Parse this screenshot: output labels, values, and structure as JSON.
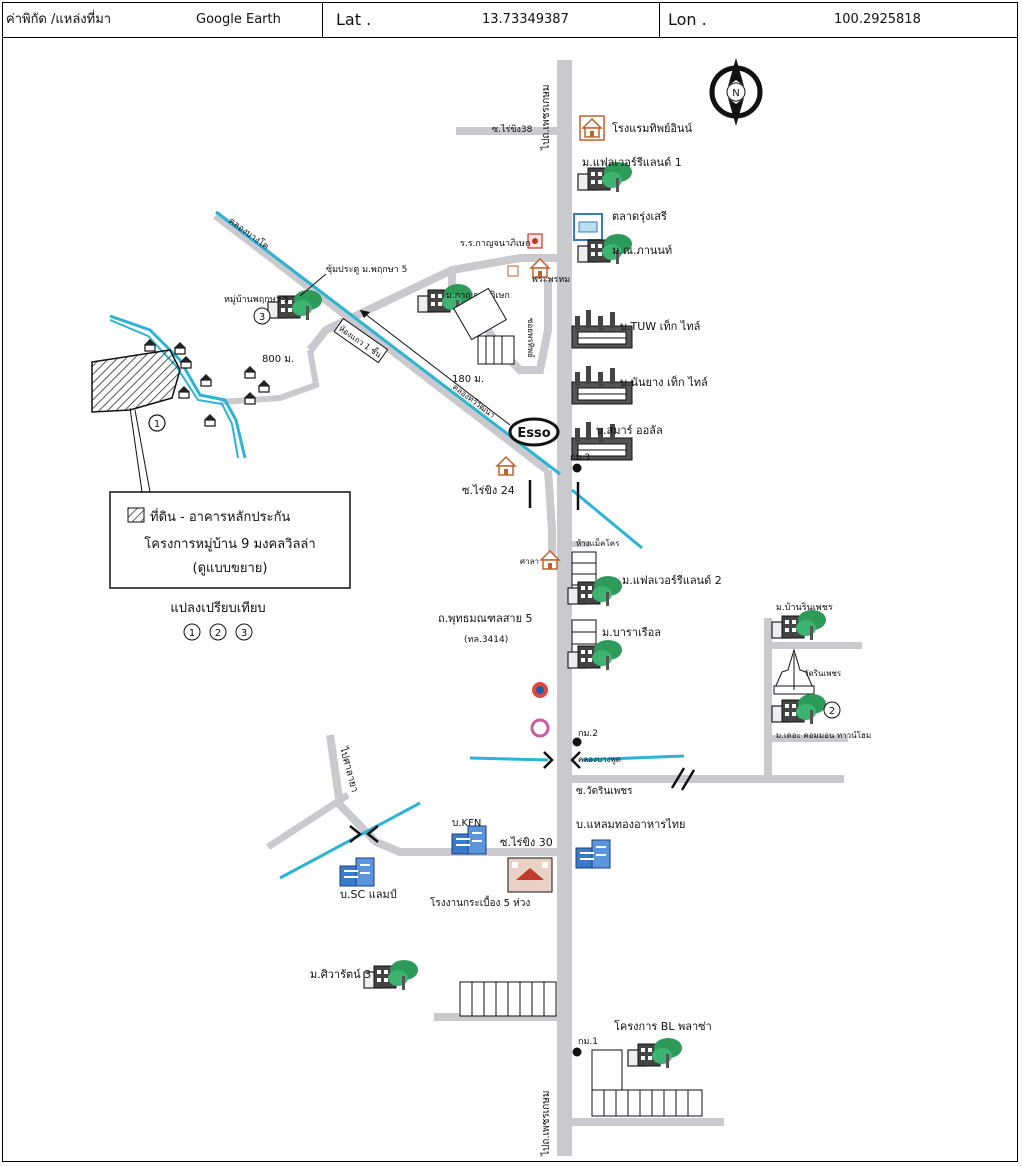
{
  "header": {
    "coordinate_source_label": "ค่าพิกัด /แหล่งที่มา",
    "source_value": "Google Earth",
    "lat_label": "Lat .",
    "lat_value": "13.73349387",
    "lon_label": "Lon .",
    "lon_value": "100.2925818"
  },
  "map": {
    "compass_letter": "N",
    "main_road_top_label": "ไปถ.เพชรเกษม",
    "main_road_bottom_label": "ไปถ.เพชรเกษม",
    "places": {
      "soi_38": "ซ.ไร่ขิง38",
      "hotel": "โรงแรมทิพย์อินน์",
      "flower_1": "ม.แฟลเวอร์รีแลนด์ 1",
      "market": "ตลาดรุ่งเสรี",
      "school": "ร.ร.กาญจนาภิเษก",
      "ubonrat": "ม.ณ.ภานนท์",
      "temple_small": "พระพรหม",
      "soi_sign_1": "ซอยพรทิพย์",
      "village_gate": "ซุ้มประตู ม.พฤกษา 5",
      "pruksa_5": "หมู่บ้านพฤกษา 5",
      "village_mid": "ม.กาญจนาภิเษก",
      "tuw": "บ.TUW เท็ก ไทล์",
      "nanyang": "บ.นันยาง เท็ก ไทล์",
      "smart": "บ.สมาร์ ออลัล",
      "dist_800": "800 ม.",
      "dist_180": "180 ม.",
      "road_sign": "ห้องแถว 1 ชั้น",
      "canal_left": "คลองบางโค",
      "canal_mid": "คลองทวีวัฒนา",
      "km3": "กม.3",
      "soi_24": "ซ.ไร่ขิง 24",
      "sala": "ศาลา",
      "trade_center": "ห้างแม็คโคร",
      "flower_2": "ม.แฟลเวอร์รีแลนด์ 2",
      "phutthamonthon_5": "ถ.พุทธมณฑลสาย 5",
      "highway_code": "(ทล.3414)",
      "bara": "ม.บาราเรือล",
      "baan_rin": "ม.บ้านรินเพชร",
      "wat_rin": "วัดรินเพชร",
      "community": "ม.เดอะ คอมมอน ทาวน์โฮม",
      "km2": "กม.2",
      "canal_south": "คลองบางพูด",
      "soi_rin": "ซ.วัดรินเพชร",
      "to_salaya": "ไปศาลายา",
      "kfn": "บ.KFN",
      "soi_30": "ซ.ไร่ขิง 30",
      "laem_thong": "บ.แหลมทองอาหารไทย",
      "sc_lamp": "บ.SC แลมป์",
      "tile_factory": "โรงงานกระเบื้อง 5 ห่วง",
      "siwarat": "ม.ศิวารัตน์ 3",
      "km1": "กม.1",
      "bl_plaza": "โครงการ BL พลาซ่า",
      "esso": "Esso"
    },
    "legend": {
      "line1": "ที่ดิน - อาคารหลักประกัน",
      "line2": "โครงการหมู่บ้าน 9 มงคลวิลล่า",
      "line3": "(ดูแบบขยาย)",
      "marker": "1"
    },
    "compare": {
      "title": "แปลงเปรียบเทียบ",
      "markers": [
        "1",
        "2",
        "3"
      ]
    },
    "colors": {
      "road": "#c9c9ce",
      "water": "#2bb4d6",
      "building_blue": "#3b79c9",
      "tree": "#2d9a5a",
      "house": "#c0622d",
      "text": "#111111"
    }
  }
}
